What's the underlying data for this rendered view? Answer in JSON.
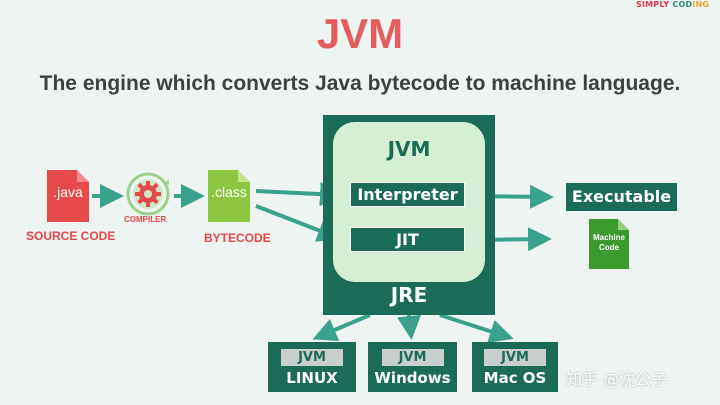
{
  "logo": {
    "part1": "SIMPLY",
    "part2": " COD",
    "part3": "ING"
  },
  "title": "JVM",
  "subtitle": "The engine which converts Java bytecode to machine language.",
  "source": {
    "file_label": ".java",
    "caption": "SOURCE CODE"
  },
  "compiler": {
    "caption": "COMPILER",
    "icon": "gear-icon"
  },
  "bytecode": {
    "file_label": ".class",
    "caption": "BYTECODE"
  },
  "jre": {
    "label": "JRE",
    "jvm_label": "JVM",
    "interpreter_label": "Interpreter",
    "jit_label": "JIT"
  },
  "output": {
    "executable_label": "Executable",
    "machine_code_line1": "Machine",
    "machine_code_line2": "Code"
  },
  "platforms": [
    {
      "chip": "JVM",
      "name": "LINUX"
    },
    {
      "chip": "JVM",
      "name": "Windows"
    },
    {
      "chip": "JVM",
      "name": "Mac OS"
    }
  ],
  "watermark": "知乎 @沈公子",
  "colors": {
    "dark_green": "#1a6b58",
    "light_green": "#d4efd3",
    "red": "#e64646",
    "title_red": "#e65c5c",
    "arrow_teal": "#3aa18c",
    "background": "#eef4f1"
  }
}
